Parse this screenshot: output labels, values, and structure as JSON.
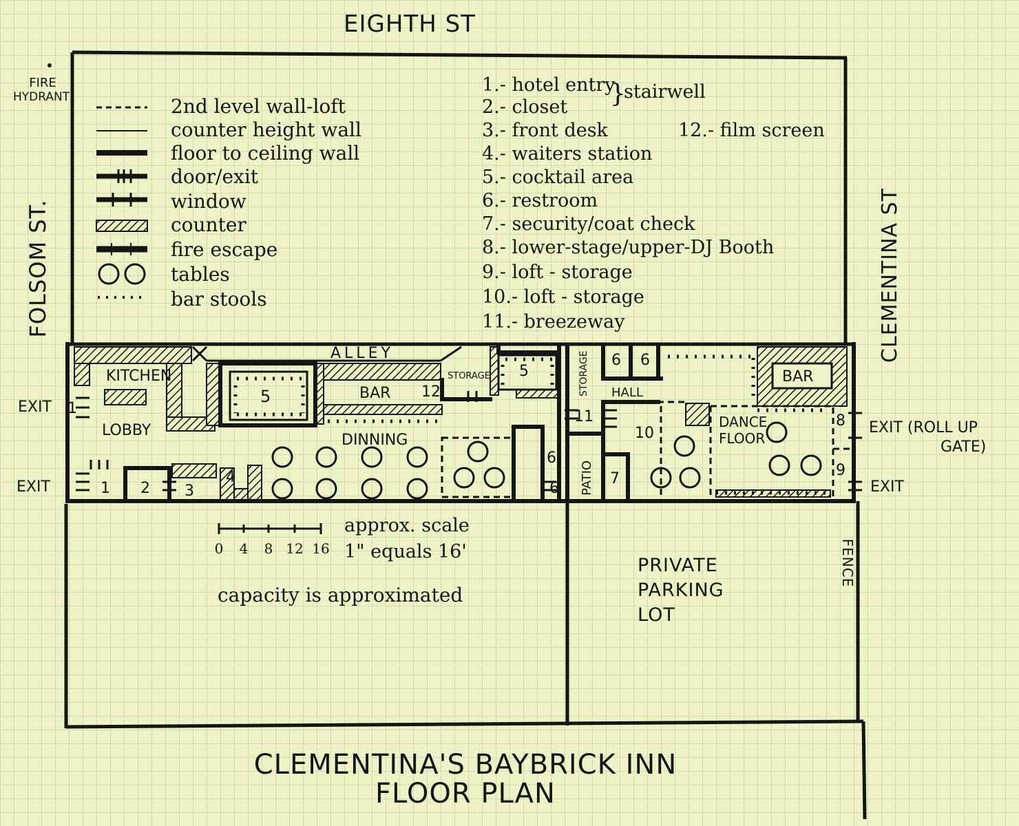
{
  "streets": {
    "north": "EIGHTH ST",
    "west": "FOLSOM ST.",
    "east": "CLEMENTINA ST"
  },
  "fire_hydrant": [
    "FIRE",
    "HYDRANT"
  ],
  "legend": [
    {
      "symbol": "dashed-line",
      "label": "2nd level wall-loft"
    },
    {
      "symbol": "thin-line",
      "label": "counter height wall"
    },
    {
      "symbol": "thick-line",
      "label": "floor to ceiling wall"
    },
    {
      "symbol": "door-line",
      "label": "door/exit"
    },
    {
      "symbol": "window-line",
      "label": "window"
    },
    {
      "symbol": "hatched-box",
      "label": "counter"
    },
    {
      "symbol": "fire-escape",
      "label": "fire escape"
    },
    {
      "symbol": "two-circles",
      "label": "tables"
    },
    {
      "symbol": "dotted-line",
      "label": "bar stools"
    }
  ],
  "key": [
    "1.- hotel entry",
    "2.- closet",
    "3.- front desk",
    "4.- waiters station",
    "5.- cocktail area",
    "6.- restroom",
    "7.- security/coat check",
    "8.- lower-stage/upper-DJ Booth",
    "9.- loft - storage",
    "10.- loft - storage",
    "11.- breezeway",
    "12.- film screen"
  ],
  "key_brace_label": "stairwell",
  "rooms": {
    "alley": "ALLEY",
    "kitchen": "KITCHEN",
    "lobby": "LOBBY",
    "bar_west": "BAR",
    "bar_east": "BAR",
    "dinning": "DINNING",
    "storage_1": "STORAGE",
    "storage_2": "STORAGE",
    "hall": "HALL",
    "patio": "PATIO",
    "dance_floor": [
      "DANCE",
      "FLOOR"
    ],
    "five_a": "5",
    "five_b": "5",
    "twelve": "12",
    "one": "1",
    "one_b": "1",
    "two": "2",
    "three": "3",
    "four": "4",
    "six_a": "6",
    "six_b": "6",
    "six_c": "6",
    "six_d": "6",
    "seven": "7",
    "eight": "8",
    "nine": "9",
    "ten": "10",
    "eleven": "11"
  },
  "exits": {
    "west_top": "EXIT",
    "west_bottom": "EXIT",
    "east_top": [
      "EXIT (ROLL UP",
      "GATE)"
    ],
    "east_bottom": "EXIT"
  },
  "scale": {
    "ticks": [
      "0",
      "4",
      "8",
      "12",
      "16"
    ],
    "label_line1": "approx. scale",
    "label_line2": "1\" equals 16'",
    "capacity_note": "capacity is approximated"
  },
  "lot": {
    "parking": [
      "PRIVATE",
      "PARKING",
      "LOT"
    ],
    "fence": "FENCE"
  },
  "title": [
    "CLEMENTINA'S BAYBRICK INN",
    "FLOOR PLAN"
  ],
  "colors": {
    "paper": "#eef2c4",
    "grid": "#d4dcae",
    "ink": "#151515"
  }
}
